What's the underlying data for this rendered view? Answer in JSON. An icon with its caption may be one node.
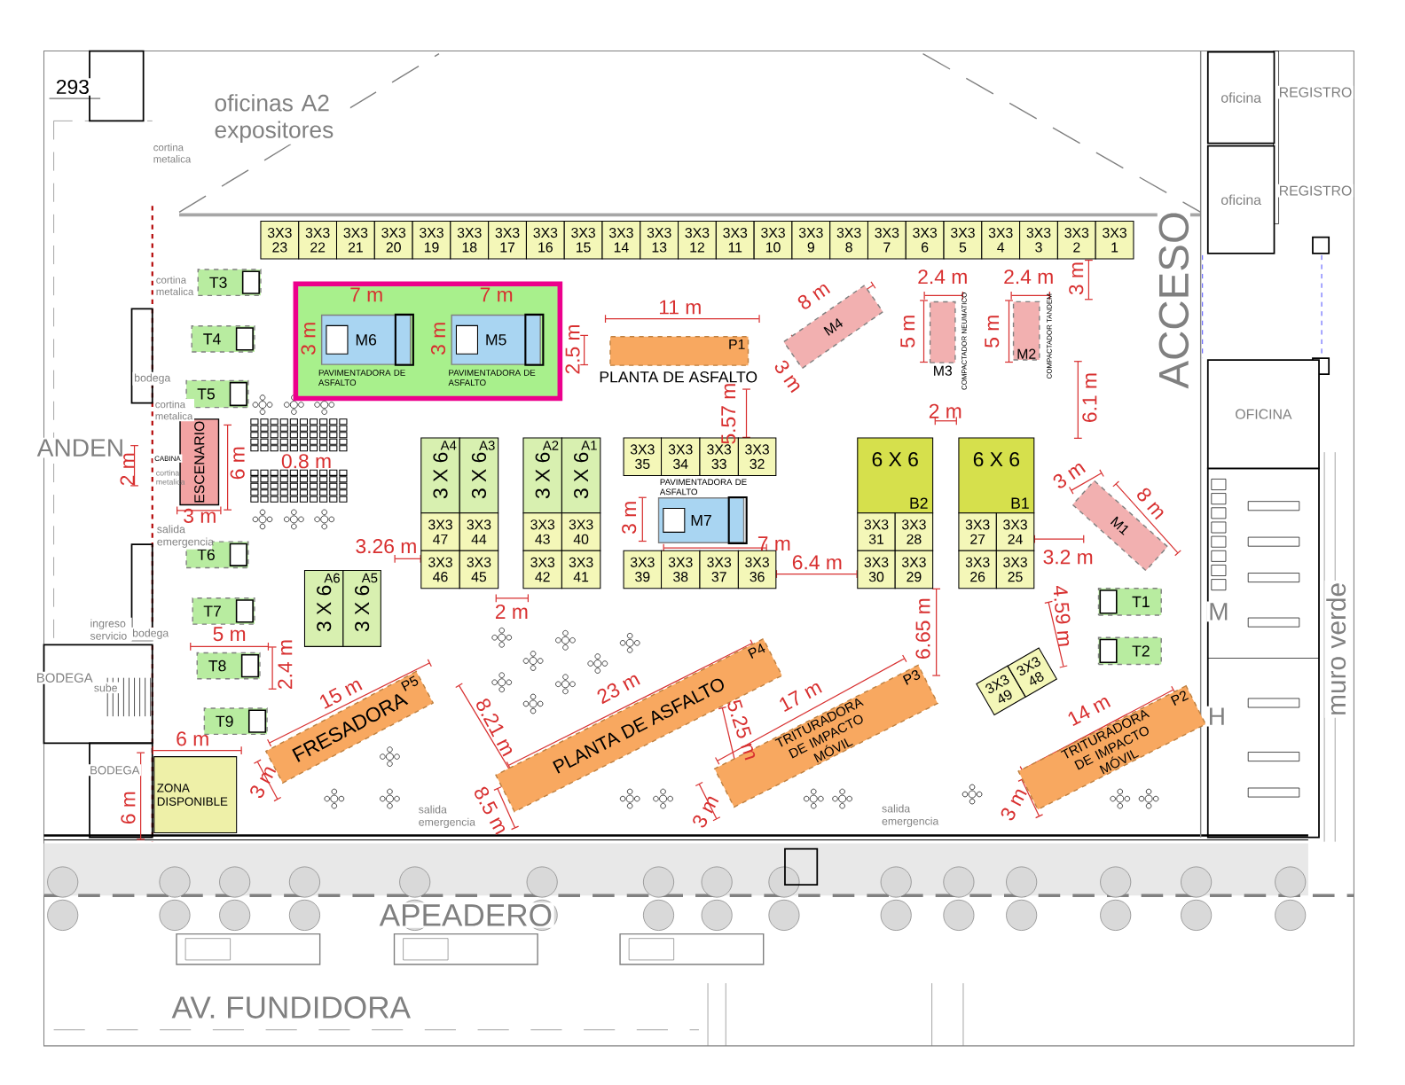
{
  "diagram": {
    "nodes": [
      {
        "text": [
          "3X3",
          "23"
        ]
      },
      {
        "text": [
          "3X3",
          "22"
        ]
      },
      {
        "text": [
          "3X3",
          "21"
        ]
      },
      {
        "text": [
          "3X3",
          "20"
        ]
      },
      {
        "text": [
          "3X3",
          "19"
        ]
      },
      {
        "text": [
          "3X3",
          "18"
        ]
      },
      {
        "text": [
          "3X3",
          "17"
        ]
      },
      {
        "text": [
          "3X3",
          "16"
        ]
      },
      {
        "text": [
          "3X3",
          "15"
        ]
      },
      {
        "text": [
          "3X3",
          "14"
        ]
      },
      {
        "text": [
          "3X3",
          "13"
        ]
      },
      {
        "text": [
          "3X3",
          "12"
        ]
      },
      {
        "text": [
          "3X3",
          "11"
        ]
      },
      {
        "text": [
          "3X3",
          "10"
        ]
      },
      {
        "text": [
          "3X3",
          "9"
        ]
      },
      {
        "text": [
          "3X3",
          "8"
        ]
      },
      {
        "text": [
          "3X3",
          "7"
        ]
      },
      {
        "text": [
          "3X3",
          "6"
        ]
      },
      {
        "text": [
          "3X3",
          "5"
        ]
      },
      {
        "text": [
          "3X3",
          "4"
        ]
      },
      {
        "text": [
          "3X3",
          "3"
        ]
      },
      {
        "text": [
          "3X3",
          "2"
        ]
      },
      {
        "text": [
          "3X3",
          "1"
        ]
      },
      {
        "text": [],
        "shape": "box"
      },
      {
        "text": [
          "M6"
        ],
        "in": 23,
        "beside": [
          "PAVIMENTADORA DE ASFALTO"
        ]
      },
      {
        "text": [
          "M5"
        ],
        "in": 23,
        "beside": [
          "PAVIMENTADORA DE ASFALTO"
        ]
      },
      {
        "text": [
          "P1"
        ],
        "beside": [
          "PLANTA DE ASFALTO"
        ]
      },
      {
        "text": [
          "M4"
        ]
      },
      {
        "text": [
          "M3"
        ],
        "beside": [
          "COMPACTADOR NEUMATICO"
        ]
      },
      {
        "text": [
          "M2"
        ],
        "beside": [
          "COMPACTADOR TANDEM"
        ]
      },
      {
        "text": [
          "T3"
        ]
      },
      {
        "text": [
          "T4"
        ]
      },
      {
        "text": [
          "T5"
        ]
      },
      {
        "text": [
          "ESCENARIO"
        ]
      },
      {
        "text": [
          "A4",
          "3 X 6"
        ]
      },
      {
        "text": [
          "A3",
          "3 X 6"
        ]
      },
      {
        "text": [
          "A2",
          "3 X 6"
        ]
      },
      {
        "text": [
          "A1",
          "3 X 6"
        ]
      },
      {
        "text": [
          "3X3",
          "47"
        ]
      },
      {
        "text": [
          "3X3",
          "44"
        ]
      },
      {
        "text": [
          "3X3",
          "43"
        ]
      },
      {
        "text": [
          "3X3",
          "40"
        ]
      },
      {
        "text": [
          "3X3",
          "46"
        ]
      },
      {
        "text": [
          "3X3",
          "45"
        ]
      },
      {
        "text": [
          "3X3",
          "42"
        ]
      },
      {
        "text": [
          "3X3",
          "41"
        ]
      },
      {
        "text": [
          "3X3",
          "35"
        ]
      },
      {
        "text": [
          "3X3",
          "34"
        ]
      },
      {
        "text": [
          "3X3",
          "33"
        ]
      },
      {
        "text": [
          "3X3",
          "32"
        ]
      },
      {
        "text": [
          "M7"
        ],
        "beside": [
          "PAVIMENTADORA DE ASFALTO"
        ]
      },
      {
        "text": [
          "3X3",
          "39"
        ]
      },
      {
        "text": [
          "3X3",
          "38"
        ]
      },
      {
        "text": [
          "3X3",
          "37"
        ]
      },
      {
        "text": [
          "3X3",
          "36"
        ]
      },
      {
        "text": [
          "6 X 6",
          "B2"
        ]
      },
      {
        "text": [
          "6 X 6",
          "B1"
        ]
      },
      {
        "text": [
          "3X3",
          "31"
        ]
      },
      {
        "text": [
          "3X3",
          "28"
        ]
      },
      {
        "text": [
          "3X3",
          "27"
        ]
      },
      {
        "text": [
          "3X3",
          "24"
        ]
      },
      {
        "text": [
          "3X3",
          "30"
        ]
      },
      {
        "text": [
          "3X3",
          "29"
        ]
      },
      {
        "text": [
          "3X3",
          "26"
        ]
      },
      {
        "text": [
          "3X3",
          "25"
        ]
      },
      {
        "text": [
          "M1"
        ]
      },
      {
        "text": [
          "T6"
        ]
      },
      {
        "text": [
          "T7"
        ]
      },
      {
        "text": [
          "A6",
          "3 X 6"
        ]
      },
      {
        "text": [
          "A5",
          "3 X 6"
        ]
      },
      {
        "text": [
          "T1"
        ]
      },
      {
        "text": [
          "T2"
        ]
      },
      {
        "text": [
          "T8"
        ]
      },
      {
        "text": [
          "3X3",
          "49"
        ]
      },
      {
        "text": [
          "3X3",
          "48"
        ]
      },
      {
        "text": [
          "P5",
          "FRESADORA"
        ]
      },
      {
        "text": [
          "P4",
          "PLANTA DE ASFALTO"
        ]
      },
      {
        "text": [
          "T9"
        ]
      },
      {
        "text": [
          "P3",
          "TRITURADORA DE IMPACTO MÓVIL"
        ]
      },
      {
        "text": [
          "P2",
          "TRITURADORA DE IMPACTO MÓVIL"
        ]
      },
      {
        "text": [
          "ZONA DISPONIBLE"
        ]
      },
      {
        "text": [
          "oficina"
        ]
      },
      {
        "text": [
          "oficina"
        ]
      },
      {
        "text": [
          "OFICINA"
        ]
      }
    ],
    "labels": [
      "293",
      "oficinas A2 expositores",
      "cortina metalica",
      "REGISTRO",
      "REGISTRO",
      "7 m",
      "7 m",
      "cortina metalica",
      "2.4 m",
      "2.4 m",
      "3 m",
      "8 m",
      "11 m",
      "ACCESO",
      "3 m",
      "3 m",
      "2.5 m",
      "5 m",
      "5 m",
      "3 m",
      "bodega",
      "cortina metalica",
      "5.57 m",
      "2 m",
      "6.1 m",
      "ANDEN",
      "CABINA",
      "cortina metalica",
      "2 m",
      "6 m",
      "0.8 m",
      "3 m",
      "8 m",
      "3 m",
      "salida emergencia",
      "3 m",
      "3.26 m",
      "7 m",
      "6.4 m",
      "3.2 m",
      "2 m",
      "6.65 m",
      "4.59 m",
      "M",
      "ingreso servicio",
      "bodega",
      "5 m",
      "2.4 m",
      "BODEGA",
      "sube",
      "muro verde",
      "15 m",
      "23 m",
      "17 m",
      "14 m",
      "H",
      "8.21 m",
      "5.25 m",
      "6 m",
      "BODEGA",
      "6 m",
      "3 m",
      "3 m",
      "3 m",
      "8.5 m",
      "salida emergencia",
      "salida emergencia",
      "APEADERO",
      "AV. FUNDIDORA"
    ]
  }
}
